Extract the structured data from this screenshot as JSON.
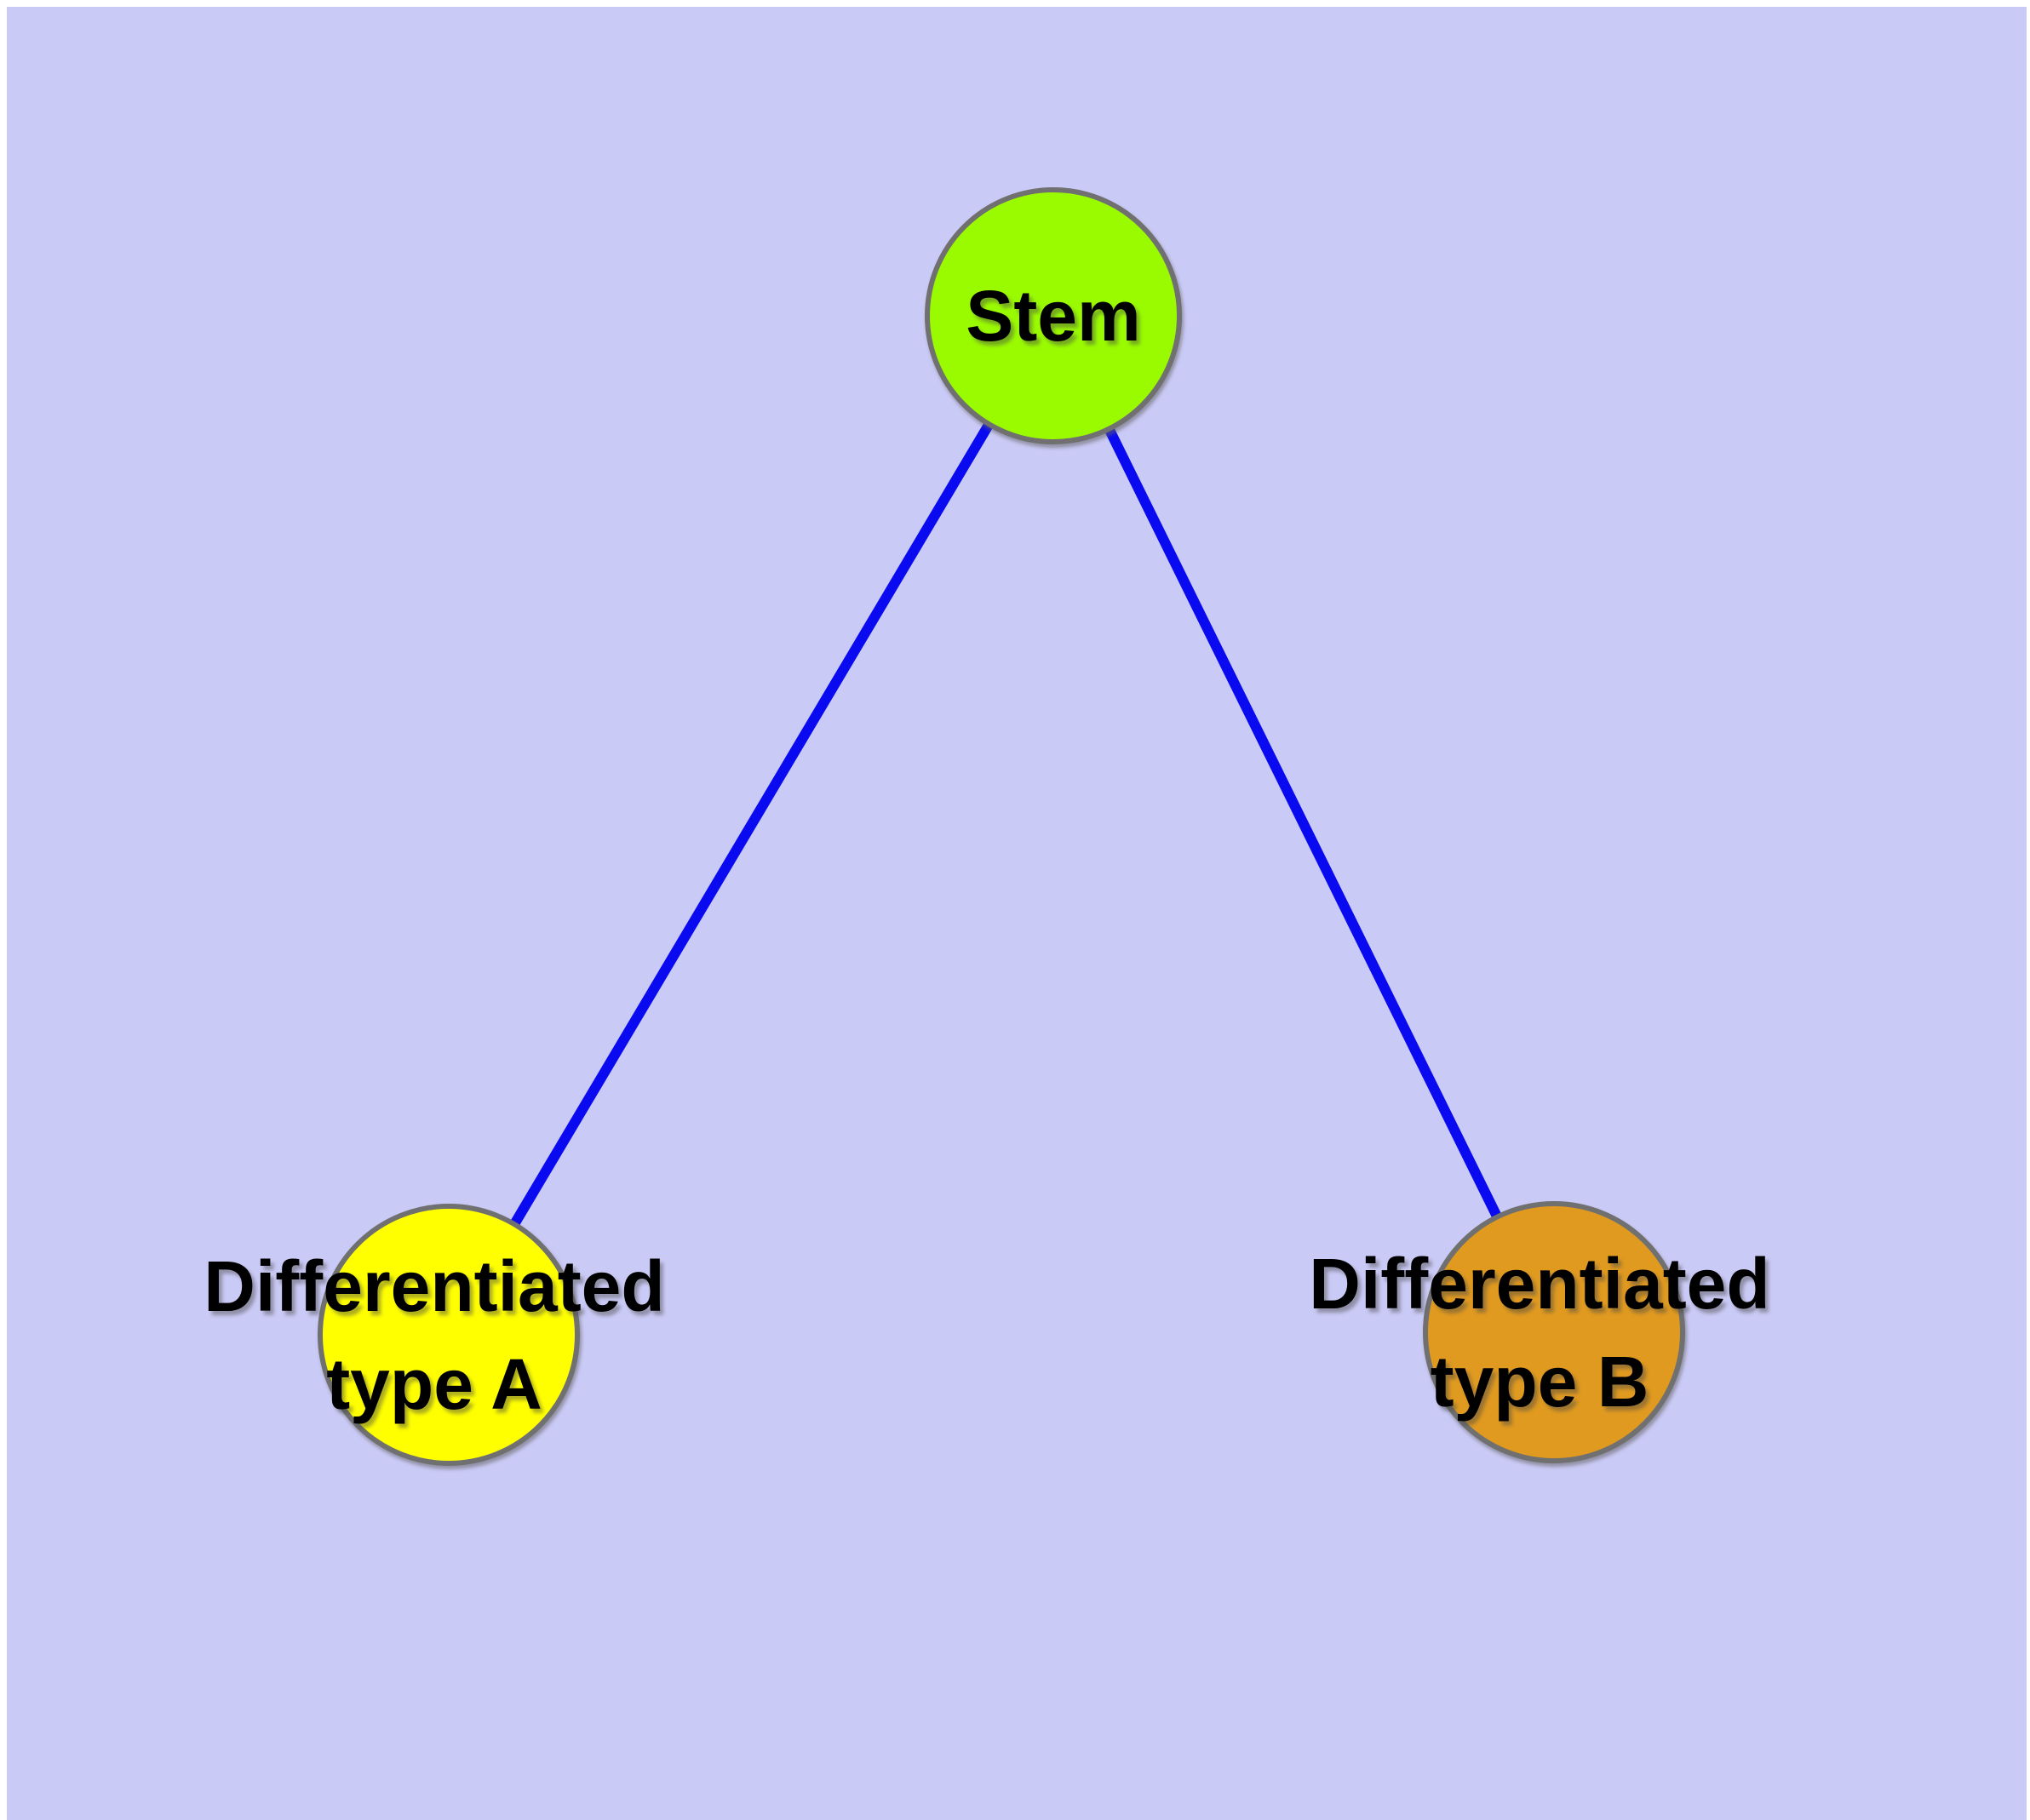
{
  "diagram": {
    "type": "node-link-graph",
    "description_visible_text_only": true,
    "colors": {
      "background": "#CACAF6",
      "page_margin": "#FFFFFF",
      "edge": "#0A0AF0",
      "node_border": "#707070",
      "label_text": "#000000"
    },
    "nodes": {
      "stem": {
        "id": "stem",
        "label": "Stem",
        "fill": "#9AFB00"
      },
      "type_a": {
        "id": "type_a",
        "label_line1": "Differentiated",
        "label_line2": "type A",
        "fill": "#FFFF00"
      },
      "type_b": {
        "id": "type_b",
        "label_line1": "Differentiated",
        "label_line2": "type B",
        "fill": "#E09A20"
      }
    },
    "edges": [
      {
        "from": "Stem",
        "to": "Differentiated type A"
      },
      {
        "from": "Stem",
        "to": "Differentiated type B"
      }
    ]
  }
}
